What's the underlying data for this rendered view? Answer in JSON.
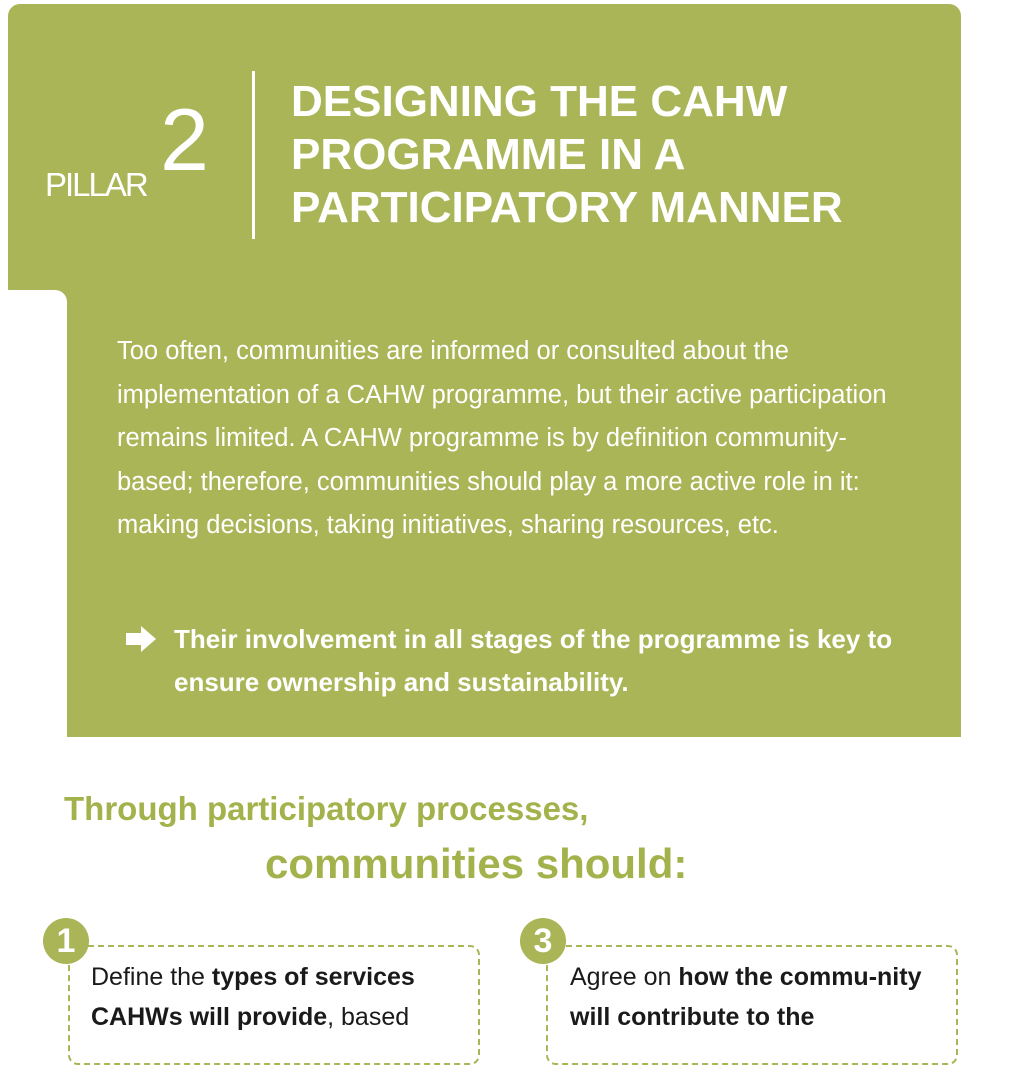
{
  "header": {
    "pillar_word": "PILLAR",
    "pillar_number": "2",
    "title": "DESIGNING THE CAHW PROGRAMME IN A PARTICIPATORY MANNER"
  },
  "intro": {
    "paragraph": "Too often, communities are informed or consulted about the implementation of a CAHW programme, but their active participation remains limited. A CAHW programme is by definition community-based; therefore, communities should play a more active role in it: making decisions, taking initiatives, sharing resources, etc.",
    "key_message": "Their involvement in all stages of the programme is key to ensure ownership and sustainability.",
    "arrow_icon": "arrow-right-icon"
  },
  "section": {
    "heading_line1": "Through participatory processes,",
    "heading_line2": "communities should:"
  },
  "items": [
    {
      "number": "1",
      "text_before": "Define the ",
      "text_bold": "types of services CAHWs will provide",
      "text_after": ", based"
    },
    {
      "number": "3",
      "text_before": "Agree on ",
      "text_bold": "how the commu-nity will contribute to the",
      "text_after": ""
    }
  ],
  "colors": {
    "accent_green": "#a9b556",
    "heading_green": "#a4b24c",
    "text_dark": "#1a1a1a"
  }
}
